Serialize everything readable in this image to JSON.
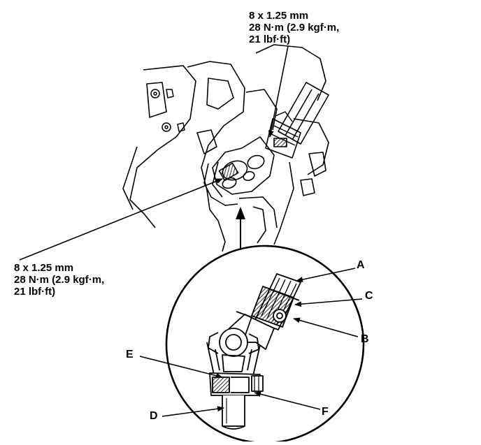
{
  "specs": {
    "top": {
      "line1": "8 x 1.25 mm",
      "line2": "28 N·m (2.9 kgf·m,",
      "line3": "21 lbf·ft)"
    },
    "left": {
      "line1": "8 x 1.25 mm",
      "line2": "28 N·m (2.9 kgf·m,",
      "line3": "21 lbf·ft)"
    }
  },
  "callouts": {
    "A": "A",
    "B": "B",
    "C": "C",
    "D": "D",
    "E": "E",
    "F": "F"
  }
}
